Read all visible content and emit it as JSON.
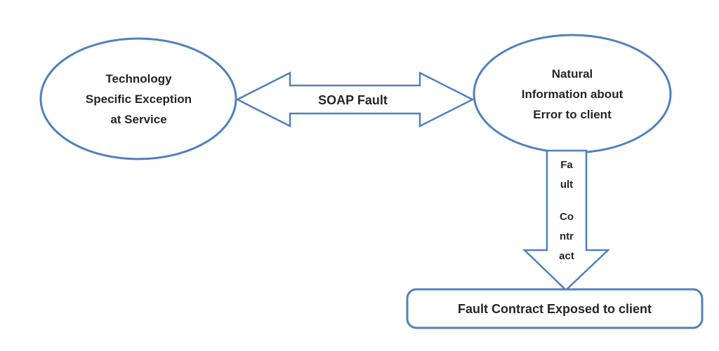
{
  "diagram": {
    "left_ellipse": {
      "lines": [
        "Technology",
        "Specific Exception",
        "at Service"
      ]
    },
    "right_ellipse": {
      "lines": [
        "Natural",
        "Information about",
        "Error to client"
      ]
    },
    "soap_arrow": {
      "label": "SOAP Fault"
    },
    "down_arrow": {
      "lines": [
        "Fa",
        "ult",
        "Co",
        "ntr",
        "act"
      ]
    },
    "bottom_box": {
      "label": "Fault Contract Exposed to client"
    },
    "colors": {
      "shape_border": "#4f81bd",
      "shape_fill": "#ffffff",
      "text": "#262626",
      "background": "#ffffff"
    }
  }
}
